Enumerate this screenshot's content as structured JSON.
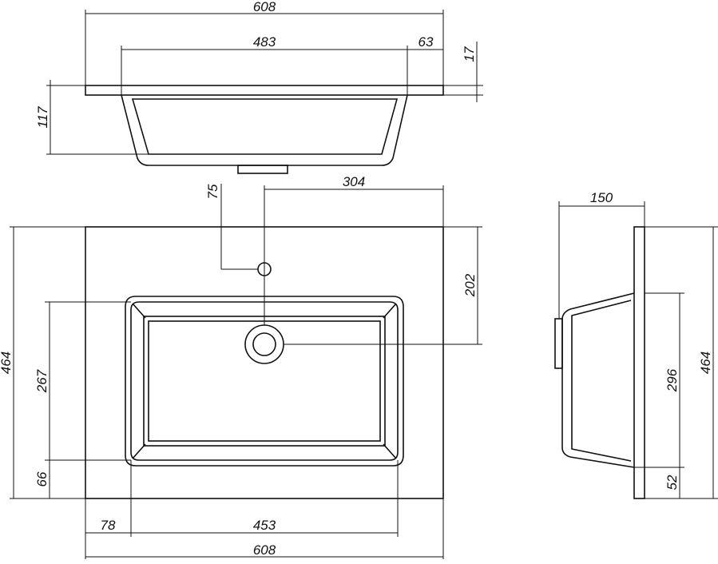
{
  "drawing": {
    "line_color": "#111111",
    "background": "#ffffff",
    "dimensions": {
      "top_overall_width": "608",
      "top_bowl_width": "483",
      "top_right_rim": "63",
      "top_slab_thickness": "17",
      "top_depth": "117",
      "plan_tap_offset": "75",
      "plan_right_to_drain": "304",
      "plan_overall_depth": "464",
      "plan_front_to_drain": "202",
      "plan_bowl_depth": "267",
      "plan_front_rim": "66",
      "plan_left_rim": "78",
      "plan_bowl_width": "453",
      "plan_overall_width": "608",
      "side_depth": "150",
      "side_bowl_length": "296",
      "side_rim": "52",
      "side_overall_length": "464"
    }
  }
}
